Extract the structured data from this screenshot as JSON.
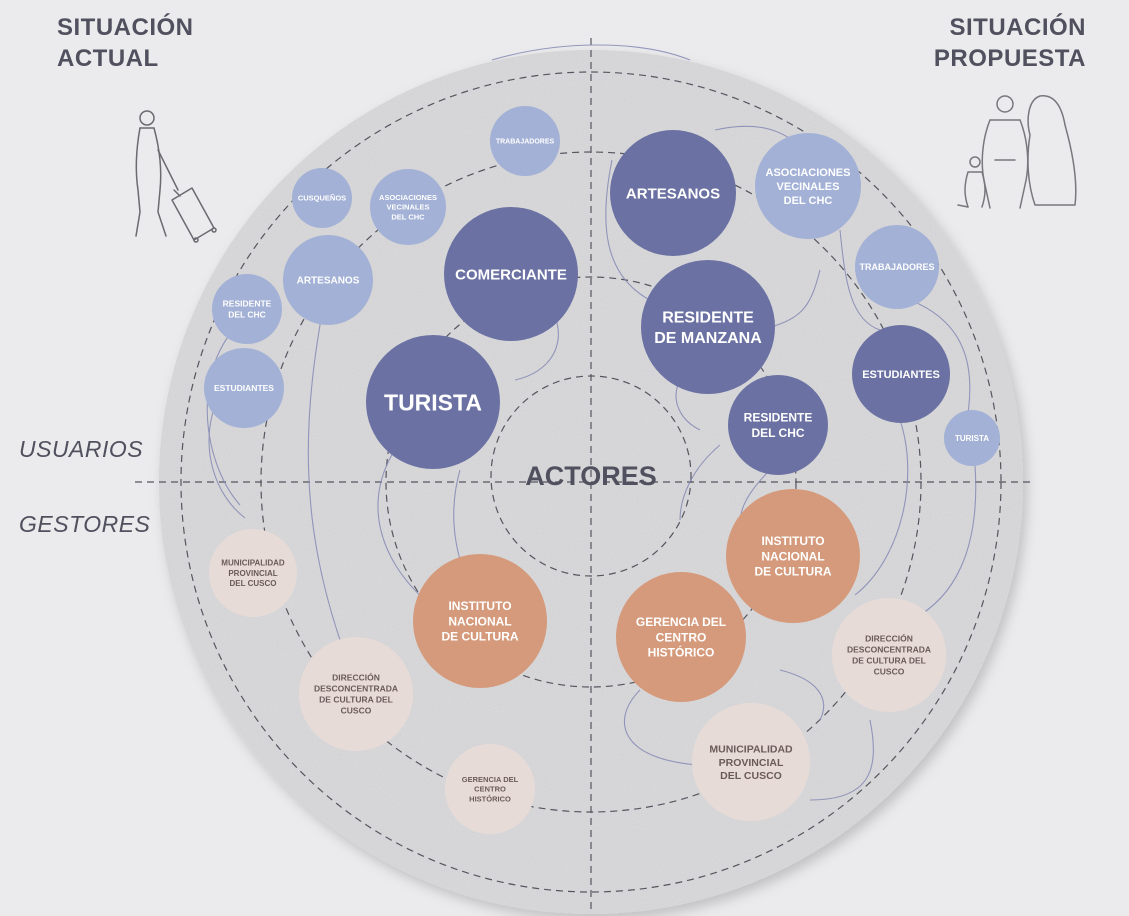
{
  "headings": {
    "left": [
      "SITUACIÓN",
      "ACTUAL"
    ],
    "right": [
      "SITUACIÓN",
      "PROPUESTA"
    ]
  },
  "axis_labels": {
    "top": "USUARIOS",
    "bottom": "GESTORES"
  },
  "center_label": "ACTORES",
  "colors": {
    "background": "#ebebed",
    "circle_fill": "#d9d9db",
    "user_dark": "#6b72a3",
    "user_light": "#a3b1d6",
    "manager_main": "#d59a7b",
    "manager_light": "#e7dbd8",
    "text_dark": "#50505e",
    "text_manager_light": "#6a5a5a"
  },
  "situacion_actual": {
    "usuarios": [
      {
        "id": "trabajadores",
        "lines": [
          "TRABAJADORES"
        ],
        "emphasis": "light"
      },
      {
        "id": "cusquenos",
        "lines": [
          "CUSQUEÑOS"
        ],
        "emphasis": "light"
      },
      {
        "id": "asociaciones-vecinales",
        "lines": [
          "ASOCIACIONES",
          "VECINALES",
          "DEL CHC"
        ],
        "emphasis": "light"
      },
      {
        "id": "comerciante",
        "lines": [
          "COMERCIANTE"
        ],
        "emphasis": "dark"
      },
      {
        "id": "artesanos",
        "lines": [
          "ARTESANOS"
        ],
        "emphasis": "light"
      },
      {
        "id": "residente-del-chc",
        "lines": [
          "RESIDENTE",
          "DEL CHC"
        ],
        "emphasis": "light"
      },
      {
        "id": "estudiantes",
        "lines": [
          "ESTUDIANTES"
        ],
        "emphasis": "light"
      },
      {
        "id": "turista",
        "lines": [
          "TURISTA"
        ],
        "emphasis": "dark"
      }
    ],
    "gestores": [
      {
        "id": "municipalidad-provincial",
        "lines": [
          "MUNICIPALIDAD",
          "PROVINCIAL",
          "DEL CUSCO"
        ],
        "emphasis": "light"
      },
      {
        "id": "instituto-nacional-cultura",
        "lines": [
          "INSTITUTO",
          "NACIONAL",
          "DE CULTURA"
        ],
        "emphasis": "main"
      },
      {
        "id": "direccion-desconcentrada",
        "lines": [
          "DIRECCIÓN",
          "DESCONCENTRADA",
          "DE CULTURA DEL",
          "CUSCO"
        ],
        "emphasis": "light"
      },
      {
        "id": "gerencia-centro-historico",
        "lines": [
          "GERENCIA DEL",
          "CENTRO",
          "HISTÓRICO"
        ],
        "emphasis": "light"
      }
    ]
  },
  "situacion_propuesta": {
    "usuarios": [
      {
        "id": "artesanos",
        "lines": [
          "ARTESANOS"
        ],
        "emphasis": "dark"
      },
      {
        "id": "asociaciones-vecinales",
        "lines": [
          "ASOCIACIONES",
          "VECINALES",
          "DEL CHC"
        ],
        "emphasis": "light"
      },
      {
        "id": "trabajadores",
        "lines": [
          "TRABAJADORES"
        ],
        "emphasis": "light"
      },
      {
        "id": "residente-de-manzana",
        "lines": [
          "RESIDENTE",
          "DE MANZANA"
        ],
        "emphasis": "dark"
      },
      {
        "id": "estudiantes",
        "lines": [
          "ESTUDIANTES"
        ],
        "emphasis": "dark"
      },
      {
        "id": "residente-del-chc",
        "lines": [
          "RESIDENTE",
          "DEL CHC"
        ],
        "emphasis": "dark"
      },
      {
        "id": "turista",
        "lines": [
          "TURISTA"
        ],
        "emphasis": "light"
      }
    ],
    "gestores": [
      {
        "id": "instituto-nacional-cultura",
        "lines": [
          "INSTITUTO",
          "NACIONAL",
          "DE CULTURA"
        ],
        "emphasis": "main"
      },
      {
        "id": "gerencia-centro-historico",
        "lines": [
          "GERENCIA DEL",
          "CENTRO",
          "HISTÓRICO"
        ],
        "emphasis": "main"
      },
      {
        "id": "direccion-desconcentrada",
        "lines": [
          "DIRECCIÓN",
          "DESCONCENTRADA",
          "DE CULTURA DEL",
          "CUSCO"
        ],
        "emphasis": "light"
      },
      {
        "id": "municipalidad-provincial",
        "lines": [
          "MUNICIPALIDAD",
          "PROVINCIAL",
          "DEL CUSCO"
        ],
        "emphasis": "light"
      }
    ]
  }
}
